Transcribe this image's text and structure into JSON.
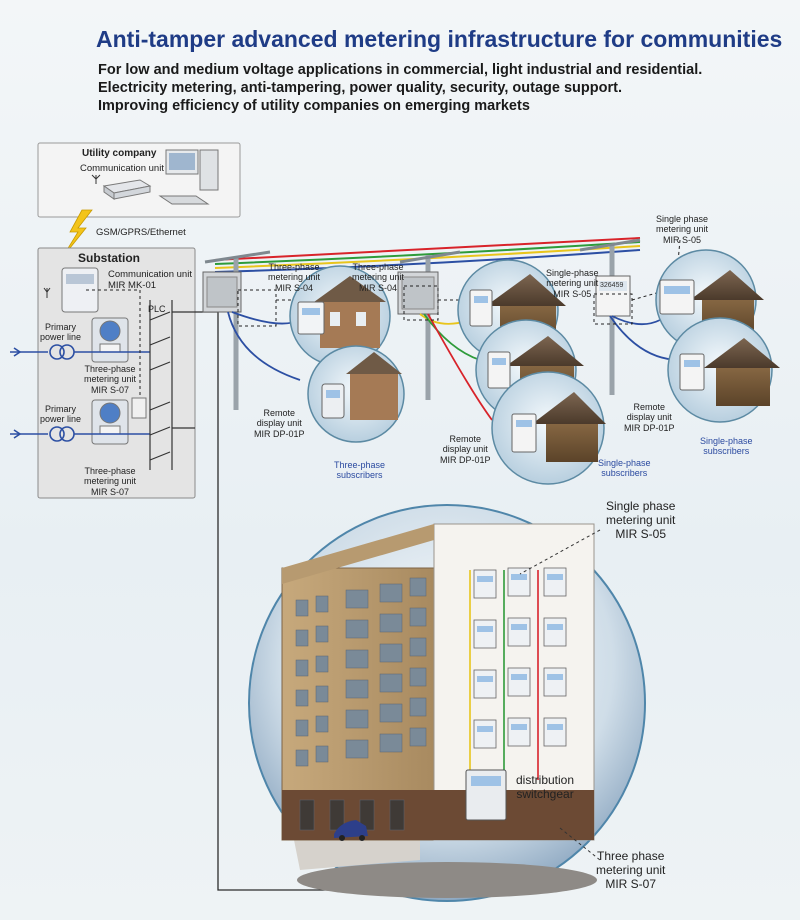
{
  "header": {
    "title": "Anti-tamper advanced metering infrastructure for communities",
    "subtitle_lines": [
      "For low and medium voltage applications in commercial, light industrial and residential.",
      "Electricity metering, anti-tampering, power quality, security, outage support.",
      "Improving efficiency of utility companies on emerging markets"
    ]
  },
  "utility": {
    "title": "Utility company",
    "comm_unit": "Communication unit"
  },
  "link_label": "GSM/GPRS/Ethernet",
  "substation": {
    "title": "Substation",
    "comm_unit": "Communication unit\nMIR MK-01",
    "plc": "PLC",
    "primary_line": "Primary\npower line",
    "meter": "Three-phase\nmetering unit\nMIR S-07"
  },
  "street": {
    "three_phase_meter": "Three-phase\nmetering unit\nMIR S-04",
    "single_phase_meter_small": "Single-phase\nmetering unit\nMIR S-05",
    "single_phase_meter": "Single phase\nmetering unit\nMIR S-05",
    "remote_display": "Remote\ndisplay unit\nMIR DP-01P",
    "three_phase_subscribers": "Three-phase\nsubscribers",
    "single_phase_subscribers": "Single-phase\nsubscribers",
    "meter_reading": "326459"
  },
  "building": {
    "single_meter": "Single phase\nmetering unit\nMIR S-05",
    "switchgear": "distribution\nswitchgear",
    "three_meter": "Three phase\nmetering unit\nMIR S-07"
  },
  "colors": {
    "title": "#1f3c86",
    "wire_red": "#d8232a",
    "wire_green": "#2e9b3a",
    "wire_yellow": "#e8c51c",
    "wire_blue": "#2c4fa3",
    "panel_border": "#888888"
  }
}
